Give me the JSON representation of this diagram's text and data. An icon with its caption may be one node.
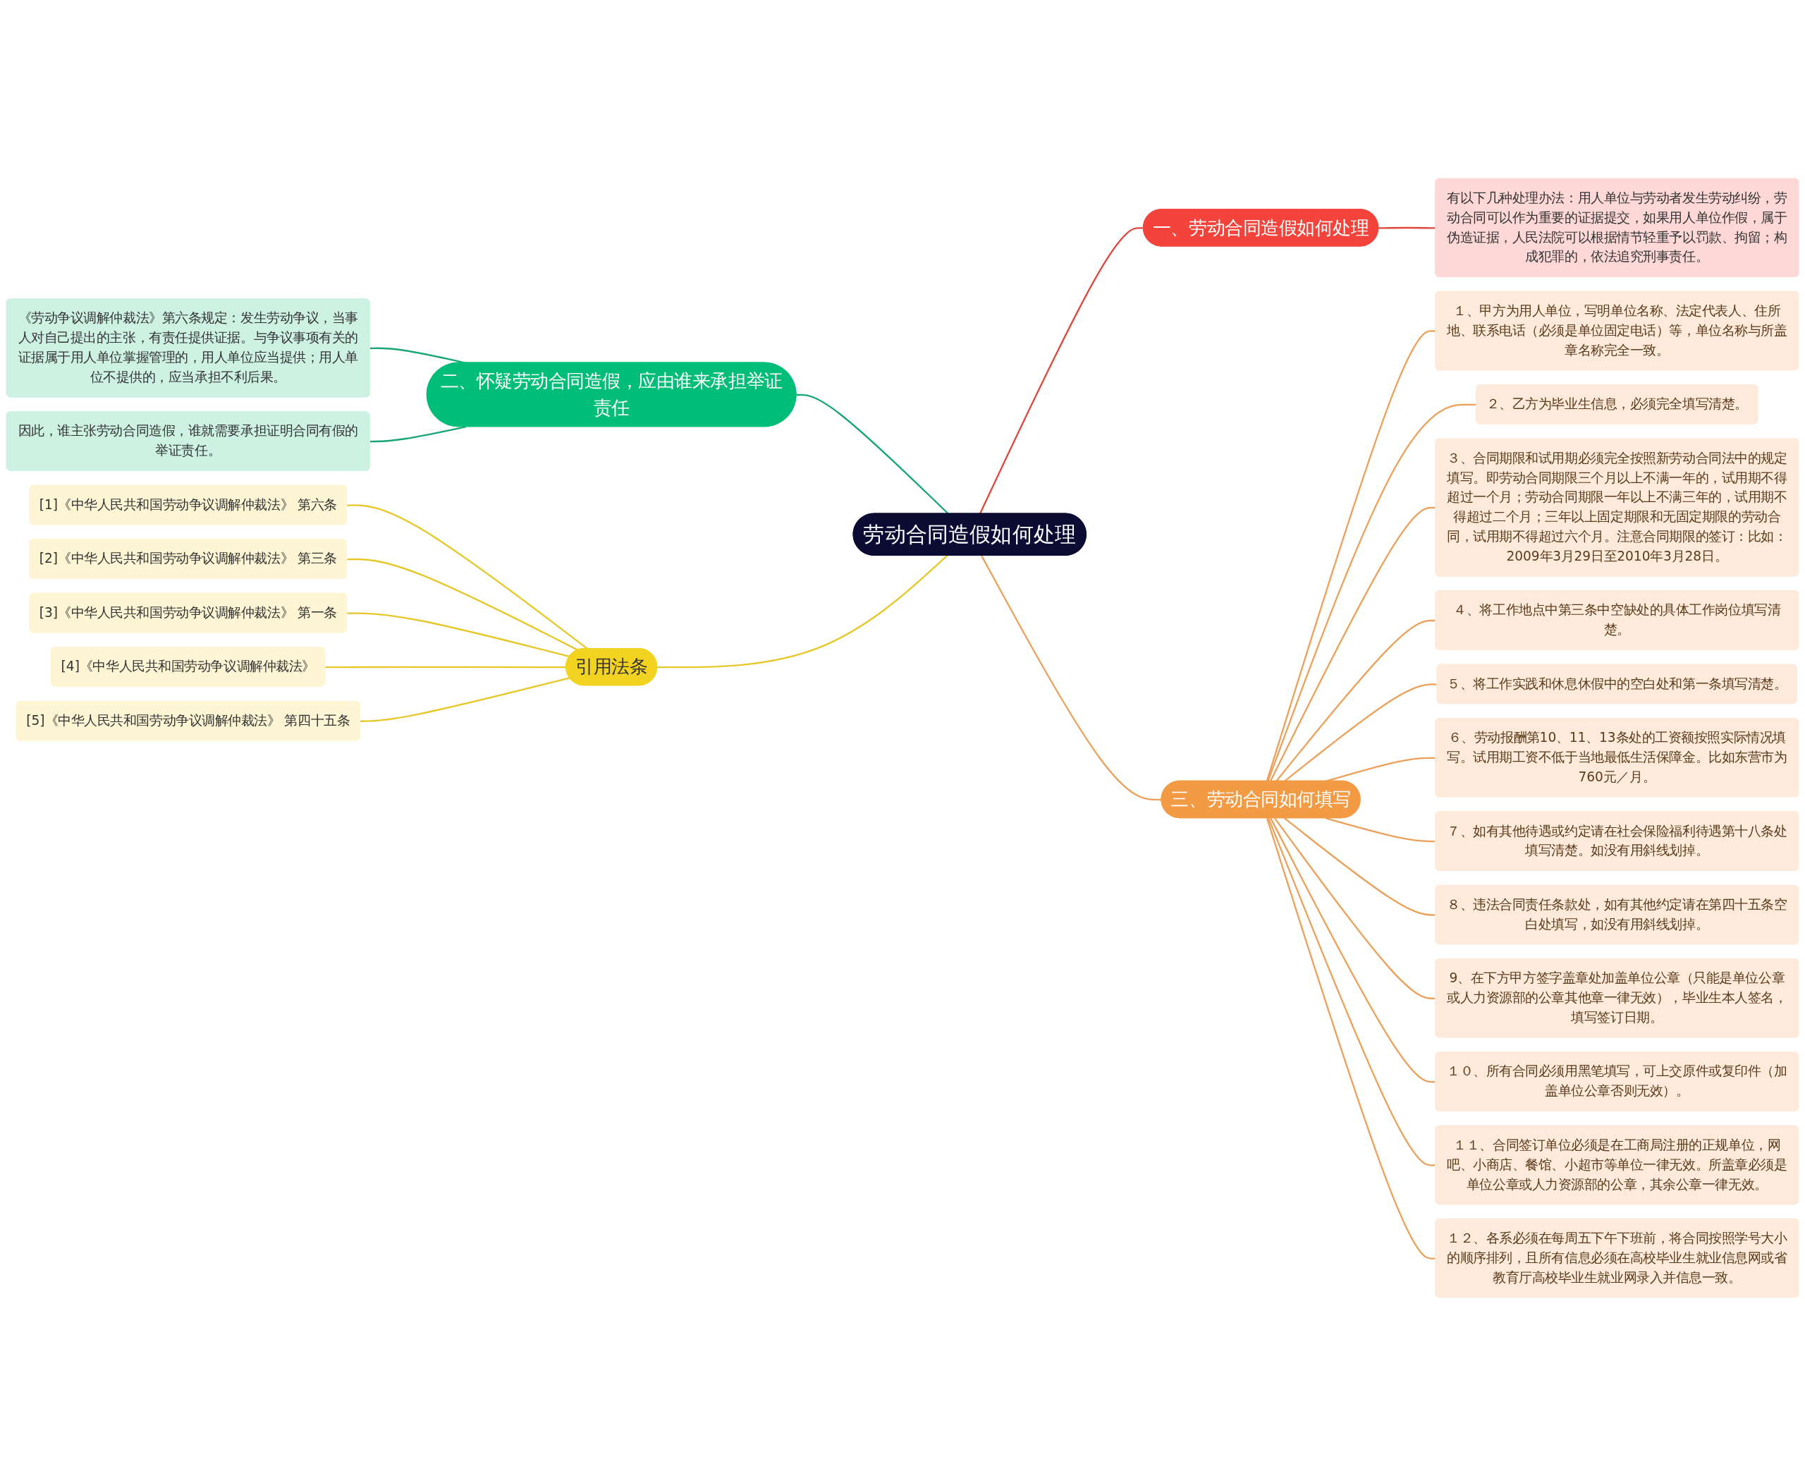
{
  "diagram": {
    "nodes": [
      {
        "text": [
          "劳动合同造假如何处理"
        ]
      },
      {
        "text": [
          "一、劳动合同造假如何处理"
        ]
      },
      {
        "text": [
          "有以下几种处理办法：用人单位与劳动者发生劳动纠纷，劳动合同可以作为重要的证据提交，如果用人单位作假，属于伪造证据，人民法院可以根据情节轻重予以罚款、拘留；构成犯罪的，依法追究刑事责任。"
        ]
      },
      {
        "text": [
          "二、怀疑劳动合同造假，应由谁来承担举证责任"
        ]
      },
      {
        "text": [
          "《劳动争议调解仲裁法》第六条规定：发生劳动争议，当事人对自己提出的主张，有责任提供证据。与争议事项有关的证据属于用人单位掌握管理的，用人单位应当提供；用人单位不提供的，应当承担不利后果。"
        ]
      },
      {
        "text": [
          "因此，谁主张劳动合同造假，谁就需要承担证明合同有假的举证责任。"
        ]
      },
      {
        "text": [
          "引用法条"
        ]
      },
      {
        "text": [
          "[1]《中华人民共和国劳动争议调解仲裁法》 第六条"
        ]
      },
      {
        "text": [
          "[2]《中华人民共和国劳动争议调解仲裁法》 第三条"
        ]
      },
      {
        "text": [
          "[3]《中华人民共和国劳动争议调解仲裁法》 第一条"
        ]
      },
      {
        "text": [
          "[4]《中华人民共和国劳动争议调解仲裁法》"
        ]
      },
      {
        "text": [
          "[5]《中华人民共和国劳动争议调解仲裁法》 第四十五条"
        ]
      },
      {
        "text": [
          "三、劳动合同如何填写"
        ]
      },
      {
        "text": [
          "１、甲方为用人单位，写明单位名称、法定代表人、住所地、联系电话（必须是单位固定电话）等，单位名称与所盖章名称完全一致。"
        ]
      },
      {
        "text": [
          "２、乙方为毕业生信息，必须完全填写清楚。"
        ]
      },
      {
        "text": [
          "３、合同期限和试用期必须完全按照新劳动合同法中的规定填写。即劳动合同期限三个月以上不满一年的，试用期不得超过一个月；劳动合同期限一年以上不满三年的，试用期不得超过二个月；三年以上固定期限和无固定期限的劳动合同，试用期不得超过六个月。注意合同期限的签订：比如：2009年3月29日至2010年3月28日。"
        ]
      },
      {
        "text": [
          "４、将工作地点中第三条中空缺处的具体工作岗位填写清楚。"
        ]
      },
      {
        "text": [
          "５、将工作实践和休息休假中的空白处和第一条填写清楚。"
        ]
      },
      {
        "text": [
          "６、劳动报酬第10、11、13条处的工资额按照实际情况填写。试用期工资不低于当地最低生活保障金。比如东营市为760元／月。"
        ]
      },
      {
        "text": [
          "７、如有其他待遇或约定请在社会保险福利待遇第十八条处填写清楚。如没有用斜线划掉。"
        ]
      },
      {
        "text": [
          "８、违法合同责任条款处，如有其他约定请在第四十五条空白处填写，如没有用斜线划掉。"
        ]
      },
      {
        "text": [
          "9、在下方甲方签字盖章处加盖单位公章（只能是单位公章或人力资源部的公章其他章一律无效），毕业生本人签名，填写签订日期。"
        ]
      },
      {
        "text": [
          "１０、所有合同必须用黑笔填写，可上交原件或复印件（加盖单位公章否则无效）。"
        ]
      },
      {
        "text": [
          "１１、合同签订单位必须是在工商局注册的正规单位，网吧、小商店、餐馆、小超市等单位一律无效。所盖章必须是单位公章或人力资源部的公章，其余公章一律无效。"
        ]
      },
      {
        "text": [
          "１２、各系必须在每周五下午下班前，将合同按照学号大小的顺序排列，且所有信息必须在高校毕业生就业信息网或省教育厅高校毕业生就业网录入并信息一致。"
        ]
      }
    ],
    "edges": [
      {
        "from": 0,
        "to": 1,
        "arrow": "none",
        "color": "#e0463c"
      },
      {
        "from": 1,
        "to": 2,
        "arrow": "none",
        "color": "#e0463c"
      },
      {
        "from": 3,
        "to": 0,
        "arrow": "none",
        "color": "#17a672"
      },
      {
        "from": 4,
        "to": 3,
        "arrow": "none",
        "color": "#17a672"
      },
      {
        "from": 5,
        "to": 3,
        "arrow": "none",
        "color": "#17a672"
      },
      {
        "from": 6,
        "to": 0,
        "arrow": "none",
        "color": "#e6c82a"
      },
      {
        "from": 7,
        "to": 6,
        "arrow": "none",
        "color": "#e6c82a"
      },
      {
        "from": 8,
        "to": 6,
        "arrow": "none",
        "color": "#e6c82a"
      },
      {
        "from": 9,
        "to": 6,
        "arrow": "none",
        "color": "#e6c82a"
      },
      {
        "from": 10,
        "to": 6,
        "arrow": "none",
        "color": "#e6c82a"
      },
      {
        "from": 11,
        "to": 6,
        "arrow": "none",
        "color": "#e6c82a"
      },
      {
        "from": 0,
        "to": 12,
        "arrow": "none"
      },
      {
        "from": 12,
        "to": 13,
        "arrow": "none"
      },
      {
        "from": 12,
        "to": 14,
        "arrow": "none"
      },
      {
        "from": 12,
        "to": 15,
        "arrow": "none"
      },
      {
        "from": 12,
        "to": 16,
        "arrow": "none"
      },
      {
        "from": 12,
        "to": 17,
        "arrow": "none"
      },
      {
        "from": 12,
        "to": 18,
        "arrow": "none"
      },
      {
        "from": 12,
        "to": 19,
        "arrow": "none"
      },
      {
        "from": 12,
        "to": 20,
        "arrow": "none"
      },
      {
        "from": 12,
        "to": 21,
        "arrow": "none"
      },
      {
        "from": 12,
        "to": 22,
        "arrow": "none"
      },
      {
        "from": 12,
        "to": 23,
        "arrow": "none"
      },
      {
        "from": 12,
        "to": 24,
        "arrow": "none"
      }
    ]
  }
}
